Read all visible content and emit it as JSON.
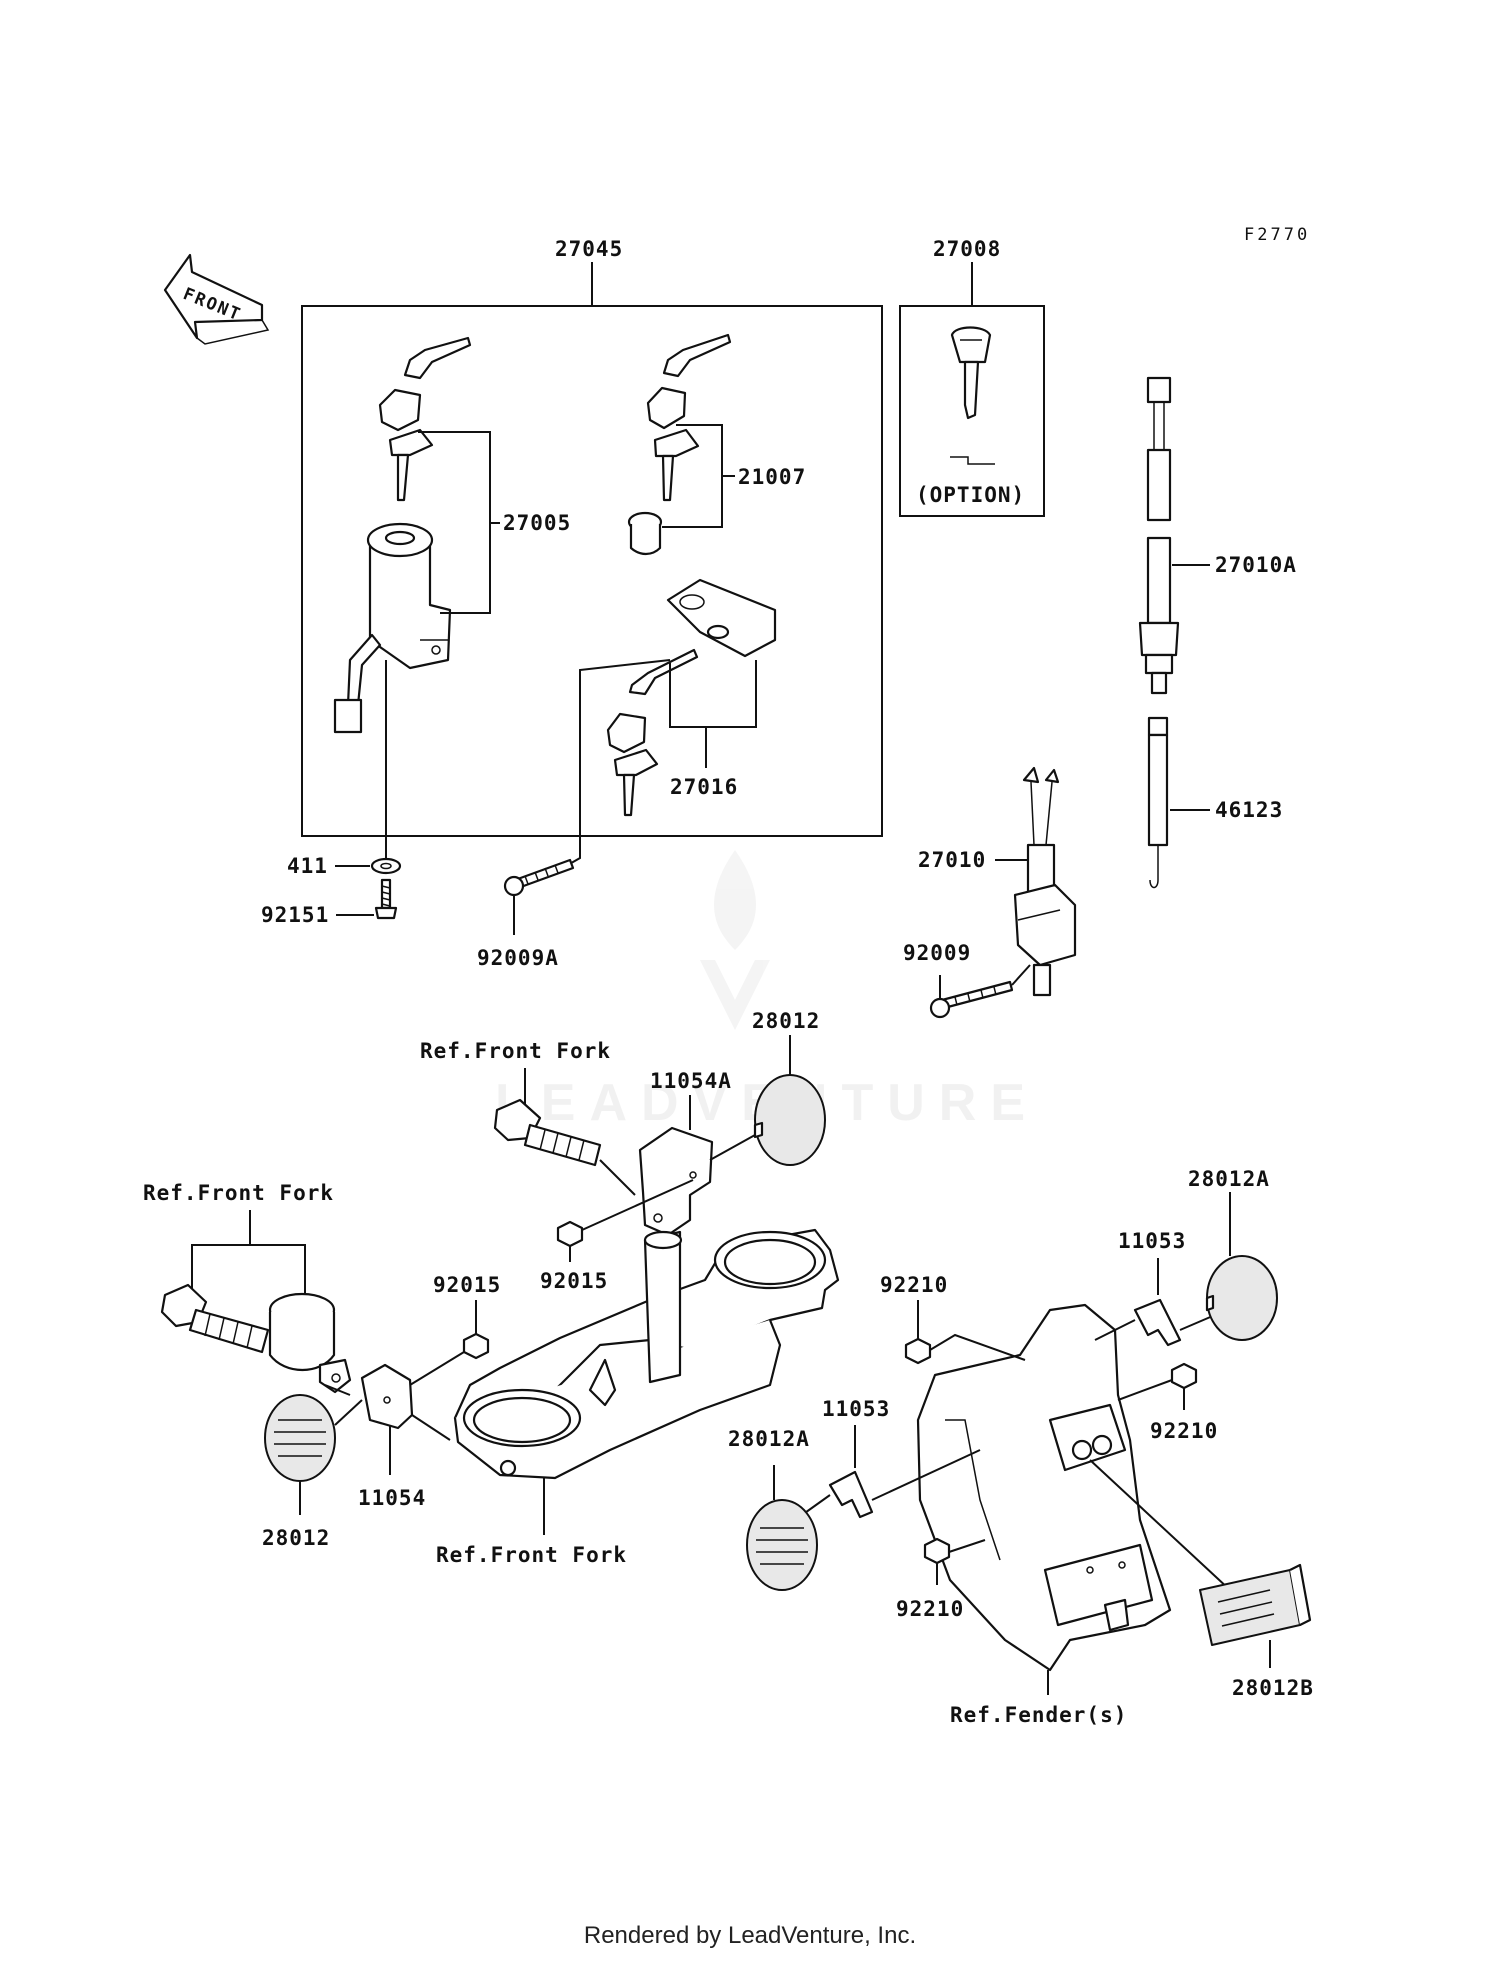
{
  "diagram": {
    "code": "F2770",
    "watermark": "LEADVENTURE",
    "front_arrow_label": "FRONT",
    "option_label": "(OPTION)",
    "part_numbers": {
      "p27045": "27045",
      "p27008": "27008",
      "p21007": "21007",
      "p27005": "27005",
      "p27010A": "27010A",
      "p27016": "27016",
      "p27010": "27010",
      "p46123": "46123",
      "p411": "411",
      "p92151": "92151",
      "p92009A": "92009A",
      "p92009": "92009",
      "p28012_top": "28012",
      "p11054A": "11054A",
      "p28012A_right": "28012A",
      "p11053_right": "11053",
      "p92015_left": "92015",
      "p92015_center": "92015",
      "p92210_top": "92210",
      "p92210_right": "92210",
      "p11053_center": "11053",
      "p28012A_center": "28012A",
      "p11054": "11054",
      "p28012_left": "28012",
      "p92210_bottom": "92210",
      "p28012B": "28012B"
    },
    "references": {
      "front_fork_top": "Ref.Front Fork",
      "front_fork_left": "Ref.Front Fork",
      "front_fork_bottom": "Ref.Front Fork",
      "fenders": "Ref.Fender(s)"
    }
  },
  "footer": {
    "text": "Rendered by LeadVenture, Inc."
  }
}
